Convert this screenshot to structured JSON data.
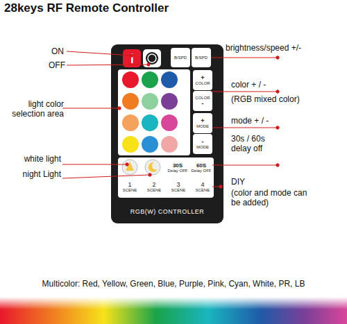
{
  "diagram": {
    "title": "28keys RF Remote Controller",
    "nodes": [
      {
        "text": [
          "RGB(W) CONTROLLER"
        ]
      },
      {
        "text": [
          "B/SPD"
        ],
        "in": 0
      },
      {
        "text": [
          "B/SPD"
        ],
        "in": 0
      },
      {
        "text": [
          "+",
          "COLOR"
        ],
        "in": 0
      },
      {
        "text": [
          "COLOR",
          "-"
        ],
        "in": 0
      },
      {
        "text": [
          "+",
          "MODE"
        ],
        "in": 0
      },
      {
        "text": [
          "-",
          "MODE"
        ],
        "in": 0
      },
      {
        "text": [
          "30S",
          "Delay OFF"
        ],
        "in": 0
      },
      {
        "text": [
          "60S",
          "Delay OFF"
        ],
        "in": 0
      },
      {
        "text": [
          "1",
          "SCENE"
        ],
        "in": 0
      },
      {
        "text": [
          "2",
          "SCENE"
        ],
        "in": 0
      },
      {
        "text": [
          "3",
          "SCENE"
        ],
        "in": 0
      },
      {
        "text": [
          "4",
          "SCENE"
        ],
        "in": 0
      }
    ],
    "labels": [
      "ON",
      "OFF",
      "light color selection area",
      "white light",
      "night Light",
      "brightness/speed +/-",
      "color + / -",
      "(RGB mixed color)",
      "mode + / -",
      "30s / 60s delay off",
      "DIY",
      "(color and mode can be added)",
      "Multicolor: Red, Yellow, Green, Blue, Purple, Pink, Cyan, White, PR, LB"
    ]
  }
}
